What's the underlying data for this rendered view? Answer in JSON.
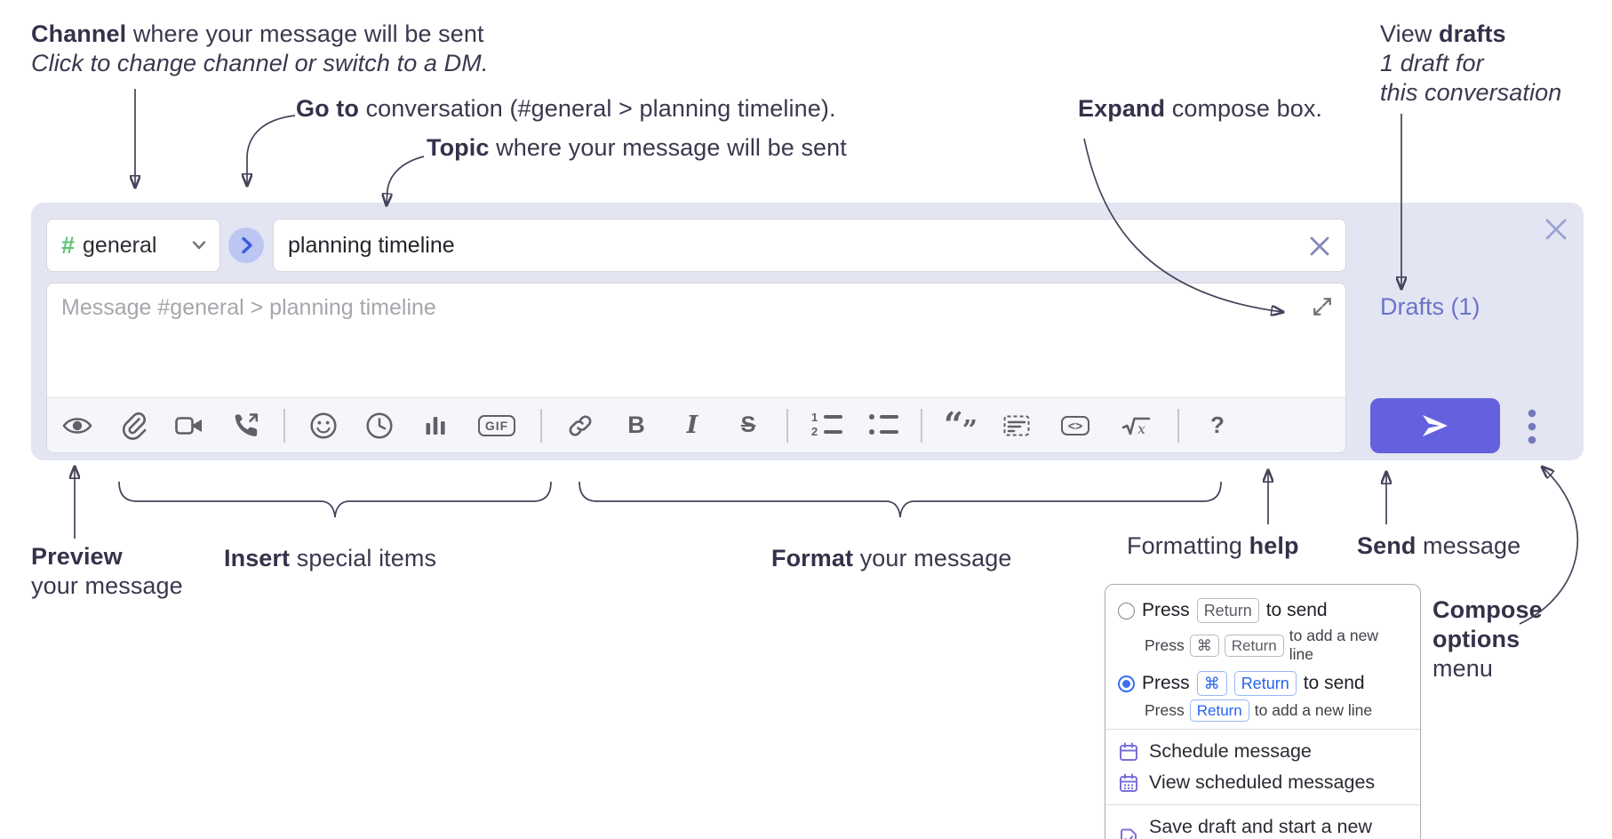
{
  "annotations": {
    "channel": {
      "bold": "Channel",
      "rest": " where your message will be sent",
      "sub": "Click to change channel or switch to a DM."
    },
    "goto": {
      "bold": "Go to",
      "rest": " conversation (#general > planning timeline)."
    },
    "topic": {
      "bold": "Topic",
      "rest": " where your message will be sent"
    },
    "expand": {
      "bold": "Expand",
      "rest": " compose box."
    },
    "view_drafts": {
      "line1_regular": "View ",
      "line1_bold": "drafts",
      "line2": "1 draft for",
      "line3": "this conversation"
    },
    "preview": {
      "bold": "Preview",
      "line2": "your message"
    },
    "insert": {
      "bold": "Insert",
      "rest": " special items"
    },
    "format": {
      "bold": "Format",
      "rest": " your message"
    },
    "help": {
      "regular": "Formatting ",
      "bold": "help"
    },
    "send": {
      "bold": "Send",
      "rest": " message"
    },
    "compose_options": {
      "line1": "Compose",
      "line2": "options",
      "line3": "menu"
    }
  },
  "compose": {
    "channel_selector": {
      "hash": "#",
      "name": "general"
    },
    "topic_input": {
      "value": "planning timeline"
    },
    "message_input": {
      "placeholder": "Message #general > planning timeline"
    },
    "drafts_link": "Drafts (1)",
    "toolbar": {
      "gif_label": "GIF",
      "bold_label": "B",
      "italic_label": "I",
      "strike_label": "S",
      "ol_1": "1",
      "ol_2": "2",
      "quote_open": "“",
      "quote_close": "”",
      "code_label": "<>",
      "math_x": "x",
      "help_label": "?"
    },
    "toolbar_icons": [
      "preview-eye",
      "attach-paperclip",
      "video-call",
      "audio-call",
      "emoji-smiley",
      "time-clock",
      "poll-chart",
      "gif",
      "link",
      "bold",
      "italic",
      "strikethrough",
      "numbered-list",
      "bulleted-list",
      "quote",
      "spoiler",
      "code",
      "math",
      "help"
    ]
  },
  "popup": {
    "option1": {
      "press": "Press",
      "key1": "Return",
      "suffix": "to send",
      "sub_press": "Press",
      "sub_key1": "⌘",
      "sub_key2": "Return",
      "sub_suffix": "to add a new line"
    },
    "option2": {
      "press": "Press",
      "key1": "⌘",
      "key2": "Return",
      "suffix": "to send",
      "sub_press": "Press",
      "sub_key1": "Return",
      "sub_suffix": "to add a new line"
    },
    "menu": [
      "Schedule message",
      "View scheduled messages",
      "Save draft and start a new message"
    ]
  },
  "colors": {
    "compose_background": "#e3e5f2",
    "send_button": "#6461df",
    "drafts_link": "#6b74c8",
    "channel_hash_green": "#5fc374",
    "goto_circle": "#bcc6f3",
    "goto_arrow": "#3b5be0",
    "radio_selected_blue": "#3a6ef0",
    "kbd_blue": "#2663ec",
    "menu_icon_purple": "#7a70d8",
    "annotation_text": "#3a384e",
    "toolbar_icon": "#60606a"
  }
}
